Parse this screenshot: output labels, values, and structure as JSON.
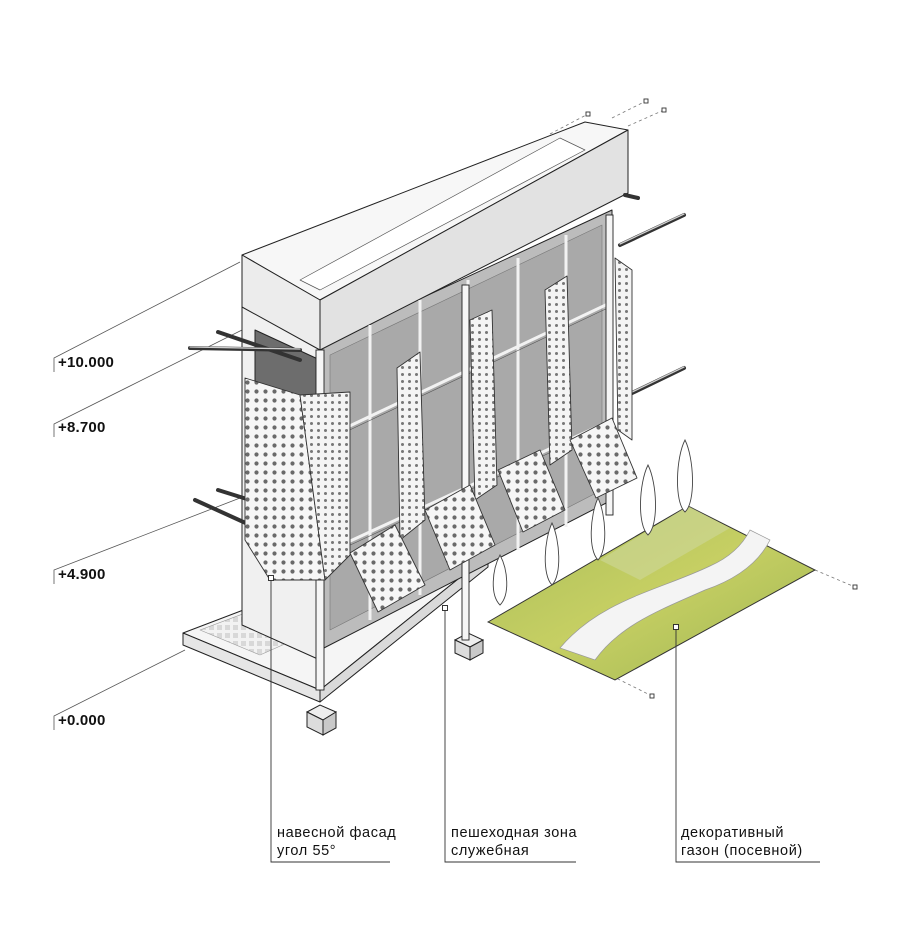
{
  "levels": [
    "+10.000",
    "+8.700",
    "+4.900",
    "+0.000"
  ],
  "callouts": {
    "facade": {
      "line1": "навесной фасад",
      "line2": "угол 55°"
    },
    "pedestrian": {
      "line1": "пешеходная зона",
      "line2": "служебная"
    },
    "lawn": {
      "line1": "декоративный",
      "line2": "газон (посевной)"
    }
  },
  "colors": {
    "line": "#1a1a1a",
    "wall": "#f1f1f1",
    "glass": "#b9b9b9",
    "lawn": "#b7c455",
    "path": "#f4f4f4"
  }
}
